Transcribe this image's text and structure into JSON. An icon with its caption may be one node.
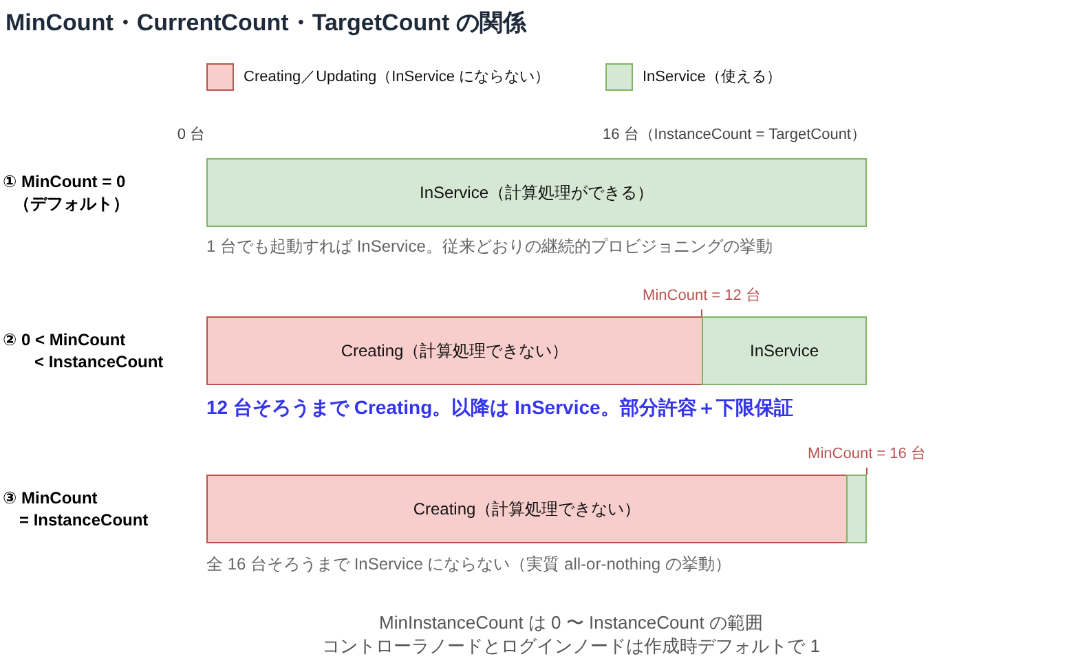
{
  "diagram": {
    "title": "MinCount・CurrentCount・TargetCount の関係",
    "nodes": [
      {
        "text": [
          "InService（計算処理ができる）"
        ],
        "beside": [
          "1 台でも起動すれば InService。従来どおりの継続的プロビジョニングの挙動"
        ]
      },
      {
        "text": [
          "Creating（計算処理できない）"
        ]
      },
      {
        "text": [
          "InService"
        ]
      },
      {
        "text": [
          "Creating（計算処理できない）"
        ],
        "beside": [
          "全 16 台そろうまで InService にならない（実質 all-or-nothing の挙動）"
        ]
      },
      {
        "text": [],
        "shape": "bar"
      }
    ],
    "labels": [
      "0 台",
      "16 台（InstanceCount = TargetCount）",
      "① MinCount = 0 （デフォルト）",
      "MinCount = 12 台",
      "② 0 < MinCount < InstanceCount",
      "12 台そろうまで Creating。以降は InService。部分許容＋下限保証",
      "MinCount = 16 台",
      "③ MinCount = InstanceCount",
      "MinInstanceCount は 0 〜 InstanceCount の範囲",
      "コントローラノードとログインノードは作成時デフォルトで 1"
    ],
    "legend": [
      {
        "text": "Creating／Updating（InService にならない）",
        "color": "#f8cecc"
      },
      {
        "text": "InService（使える）",
        "color": "#d5e8d4"
      }
    ]
  }
}
